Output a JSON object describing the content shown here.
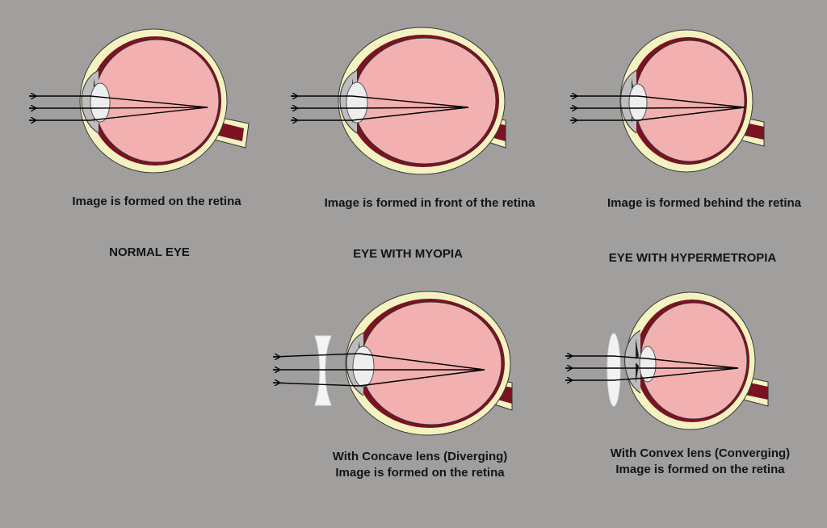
{
  "colors": {
    "background": "#a19e9e",
    "sclera_outline": "#f4f2c0",
    "choroid": "#7a1222",
    "vitreous": "#f2b0b0",
    "lens": "#eeeeee",
    "ray": "#000000"
  },
  "diagrams": [
    {
      "caption": "Image is formed on the retina",
      "title": "NORMAL EYE"
    },
    {
      "caption": "Image is formed in front of the retina",
      "title": "EYE WITH MYOPIA"
    },
    {
      "caption": "Image is formed behind the retina",
      "title": "EYE WITH HYPERMETROPIA"
    },
    {
      "caption_lines": [
        "With Concave lens (Diverging)",
        "Image is formed on the retina"
      ],
      "corrective_lens": "concave"
    },
    {
      "caption_lines": [
        "With Convex lens (Converging)",
        "Image is formed on the retina"
      ],
      "corrective_lens": "convex"
    }
  ]
}
